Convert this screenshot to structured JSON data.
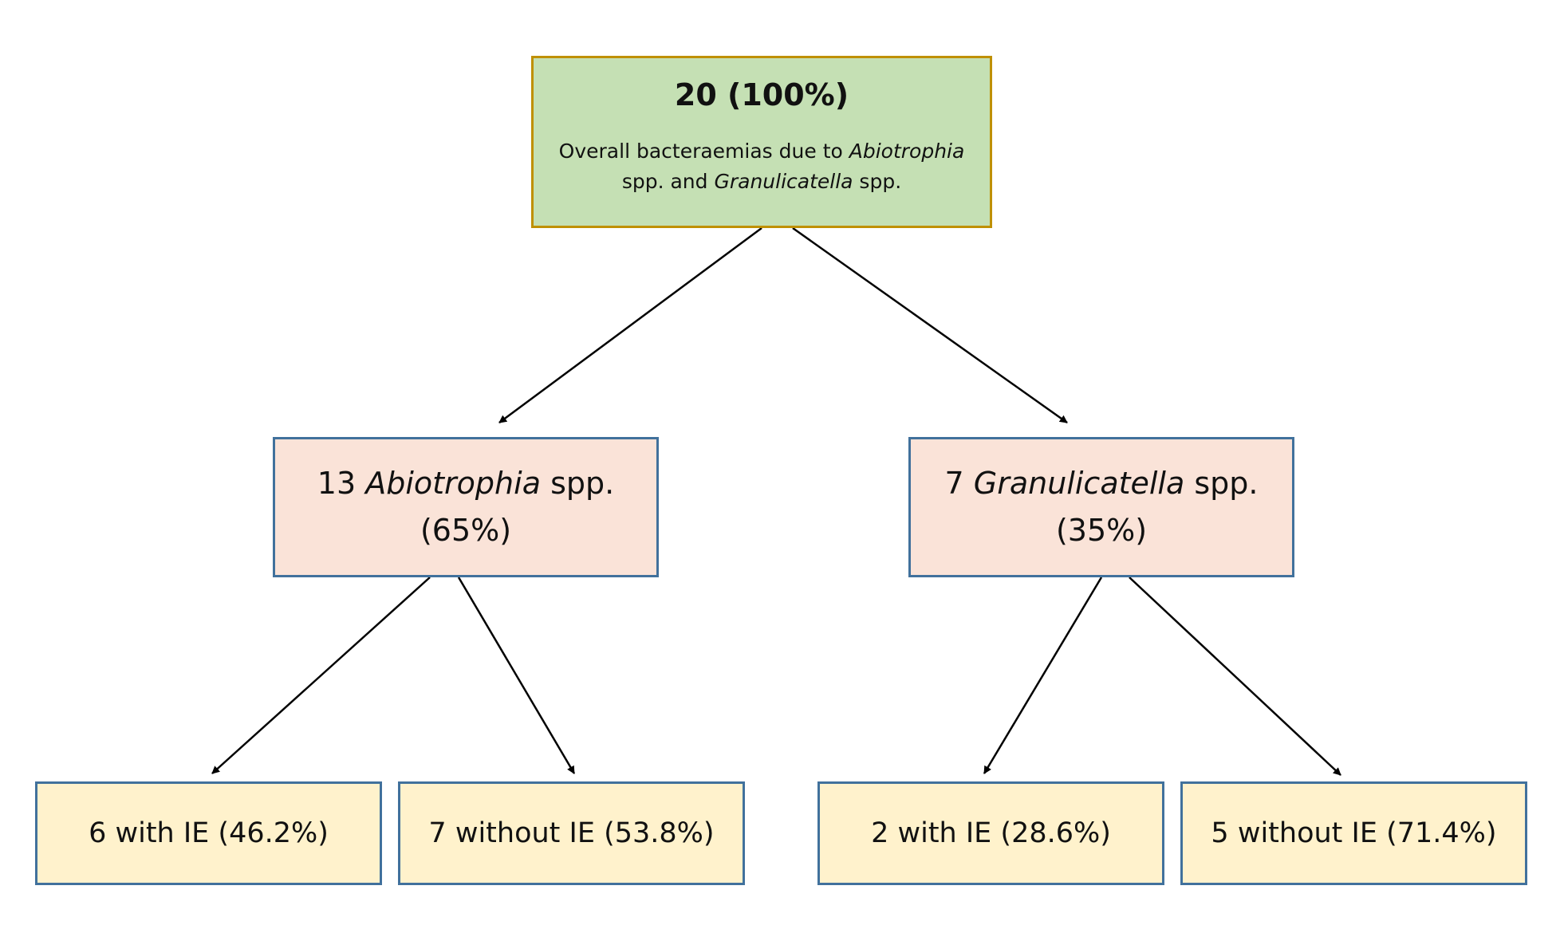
{
  "root": {
    "count": "20 (100%)",
    "line1_prefix": "Overall bacteraemias due to ",
    "line1_italic": "Abiotrophia",
    "line2_prefix": "spp. and ",
    "line2_italic": "Granulicatella",
    "line2_suffix": " spp."
  },
  "genera": [
    {
      "count": "13 ",
      "name": "Abiotrophia",
      "suffix": " spp.",
      "percent": "(65%)",
      "outcomes": [
        {
          "label": "6 with IE (46.2%)"
        },
        {
          "label": "7 without IE (53.8%)"
        }
      ]
    },
    {
      "count": "7 ",
      "name": "Granulicatella",
      "suffix": " spp.",
      "percent": "(35%)",
      "outcomes": [
        {
          "label": "2 with IE (28.6%)"
        },
        {
          "label": "5 without IE (71.4%)"
        }
      ]
    }
  ],
  "colors": {
    "root_fill": "#c5e0b4",
    "root_border": "#bf9000",
    "genus_fill": "#fae3d8",
    "leaf_fill": "#fff2cc",
    "box_border": "#41719c",
    "arrow": "#000000"
  }
}
